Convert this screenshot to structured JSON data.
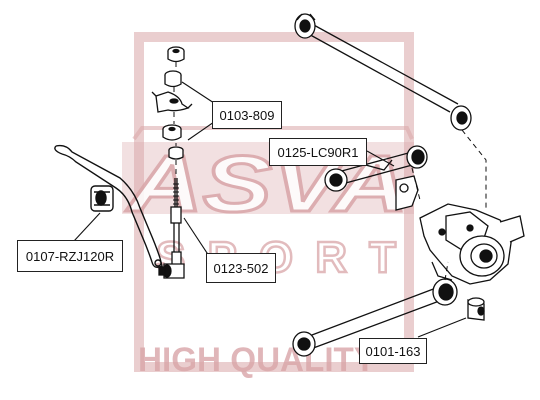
{
  "watermark": {
    "brand": "ASVA",
    "sub": "SPORT",
    "tagline": "HIGH QUALITY",
    "color": "#d9a5a8"
  },
  "part_labels": [
    {
      "id": "0103",
      "text": "0103-809"
    },
    {
      "id": "0125",
      "text": "0125-LC90R1"
    },
    {
      "id": "0107",
      "text": "0107-RZJ120R"
    },
    {
      "id": "0123",
      "text": "0123-502"
    },
    {
      "id": "0101",
      "text": "0101-163"
    }
  ],
  "colors": {
    "line": "#111111",
    "label_border": "#222222"
  }
}
